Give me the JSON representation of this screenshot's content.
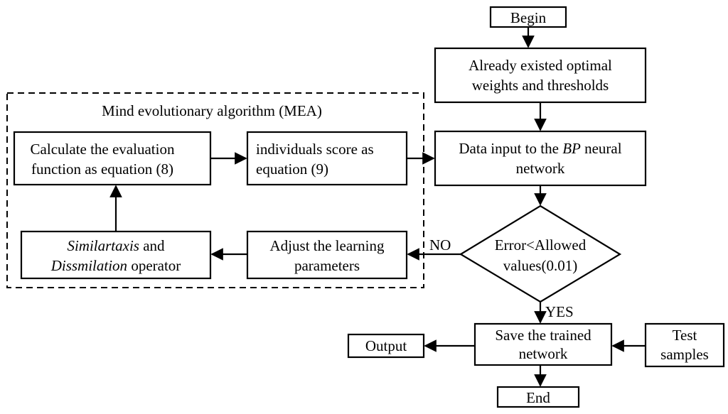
{
  "flowchart": {
    "begin": "Begin",
    "existing_weights": {
      "line1": "Already existed optimal",
      "line2": "weights and thresholds"
    },
    "data_input": {
      "line1_pre": "Data input to the ",
      "line1_em": "BP",
      "line1_post": " neural",
      "line2": "network"
    },
    "decision": {
      "line1": "Error<Allowed",
      "line2": "values(0.01)"
    },
    "no_label": "NO",
    "yes_label": "YES",
    "save_network": {
      "line1": "Save the trained",
      "line2": "network"
    },
    "output": "Output",
    "test_samples": {
      "line1": "Test",
      "line2": "samples"
    },
    "end": "End"
  },
  "mea": {
    "title": "Mind evolutionary algorithm (MEA)",
    "evaluation": {
      "line1": "Calculate the evaluation",
      "line2": "function as equation (8)"
    },
    "score": {
      "line1": "individuals score as",
      "line2": "equation (9)"
    },
    "adjust": {
      "line1": "Adjust the learning",
      "line2": "parameters"
    },
    "operators": {
      "line1_em": "Similartaxis",
      "line1_post": " and",
      "line2_em": "Dissmilation",
      "line2_post": " operator"
    }
  }
}
